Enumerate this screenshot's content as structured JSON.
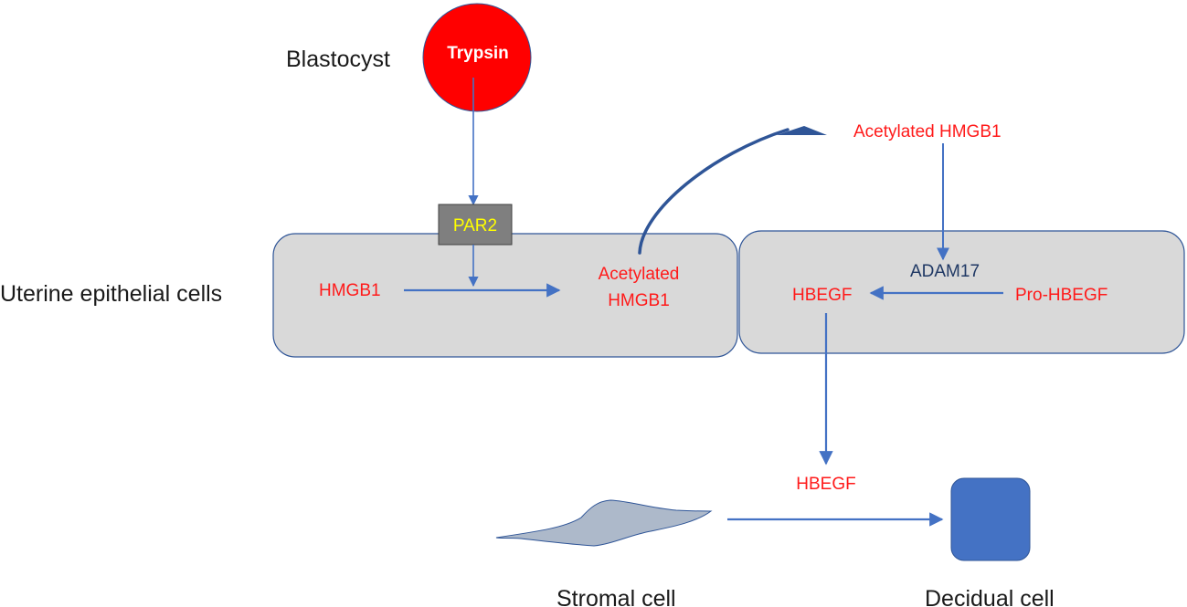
{
  "labels": {
    "blastocyst": "Blastocyst",
    "trypsin": "Trypsin",
    "par2": "PAR2",
    "uterine_epithelial_cells": "Uterine epithelial cells",
    "hmgb1": "HMGB1",
    "acetylated_line1": "Acetylated",
    "acetylated_line2": "HMGB1",
    "acetylated_hmgb1_extracellular": "Acetylated HMGB1",
    "adam17": "ADAM17",
    "hbegf_cell": "HBEGF",
    "pro_hbegf": "Pro-HBEGF",
    "hbegf_secreted": "HBEGF",
    "stromal_cell": "Stromal cell",
    "decidual_cell": "Decidual cell"
  },
  "colors": {
    "arrow": "#4472c4",
    "red_text": "#ff1a1a",
    "navy_text": "#1f3864",
    "cell_fill": "#d9d9d9",
    "cell_border": "#2f5597",
    "trypsin_circle": "#ff0000",
    "par2_box": "#7f7f7f",
    "par2_text": "#ffff00",
    "stromal_fill": "#adb9ca",
    "decidual_fill": "#4472c4"
  }
}
